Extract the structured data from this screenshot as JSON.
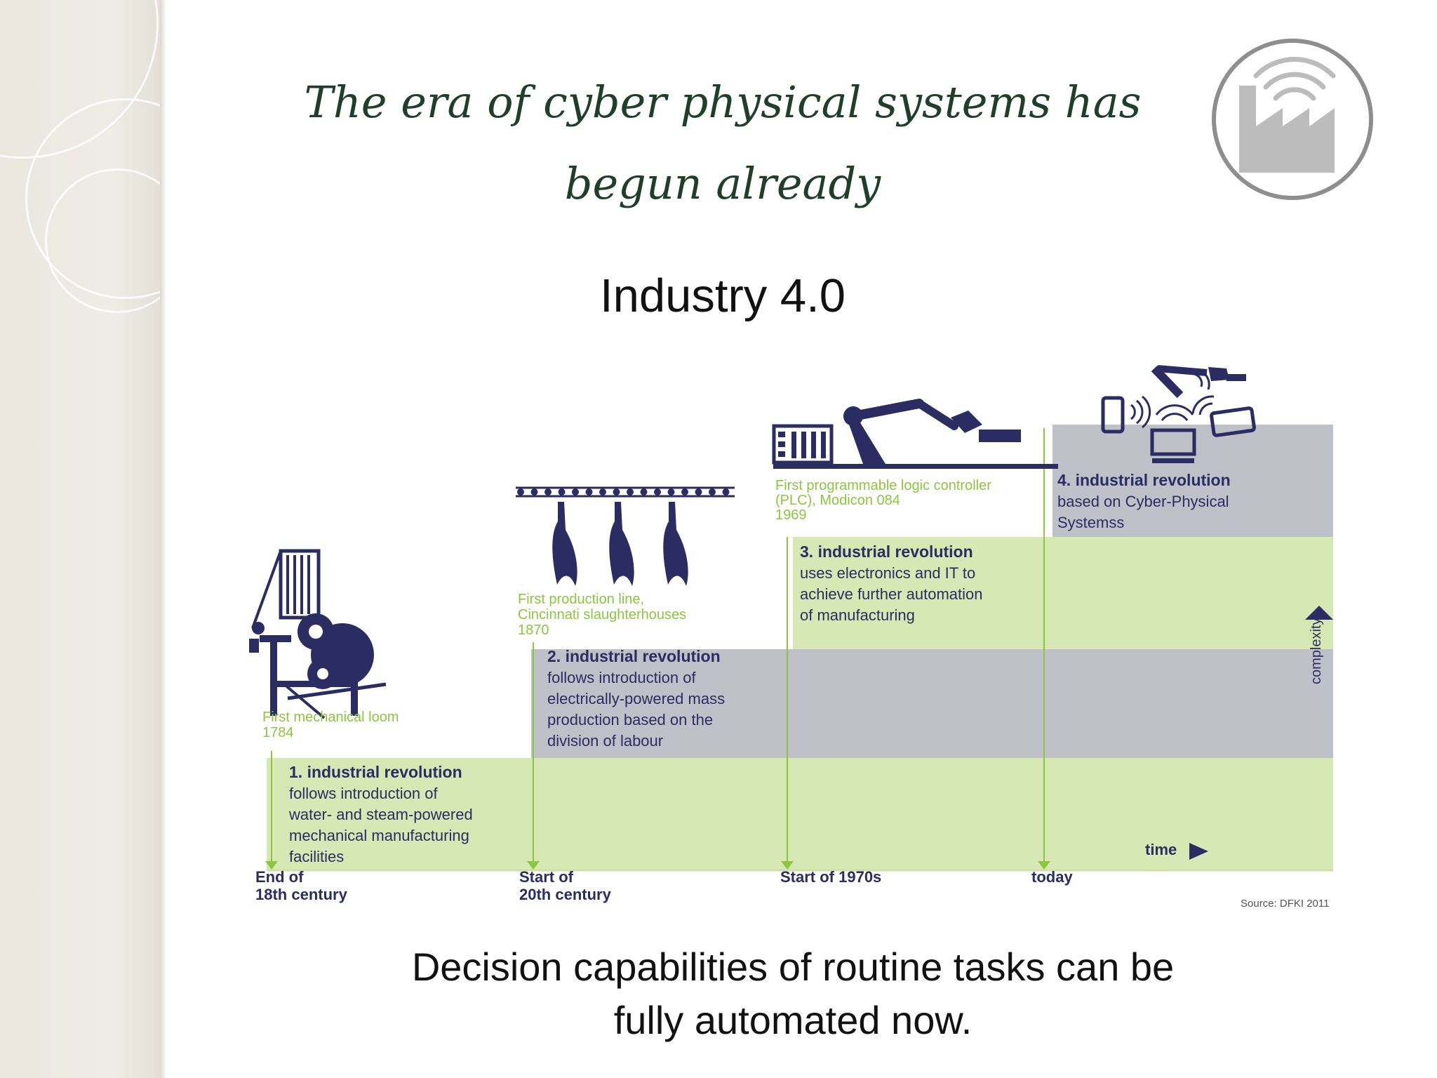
{
  "slide": {
    "title_lines": [
      "The era of cyber physical systems has",
      "begun already"
    ],
    "heading": "Industry 4.0",
    "caption_lines": [
      "Decision capabilities of  routine tasks can be",
      "fully automated now."
    ]
  },
  "icons": {
    "badge": "factory-wireless-icon",
    "stage1": "mechanical-loom-icon",
    "stage2": "production-line-icon",
    "stage3": "robot-arm-plc-icon",
    "stage4": "connected-devices-icon"
  },
  "colors": {
    "title": "#1f3f2b",
    "navy": "#2b2d62",
    "green_band": "#d6e8b3",
    "grey_band": "#bfc1c8",
    "milestone": "#8cc63f"
  },
  "diagram": {
    "stages": [
      {
        "title": "1. industrial revolution",
        "lines": [
          "follows introduction of",
          "water- and steam-powered",
          "mechanical manufacturing",
          "facilities"
        ],
        "milestone": [
          "First mechanical loom",
          "1784"
        ],
        "era": [
          "End of",
          "18th century"
        ]
      },
      {
        "title": "2. industrial revolution",
        "lines": [
          "follows introduction of",
          "electrically-powered mass",
          "production based on the",
          "division of labour"
        ],
        "milestone": [
          "First production line,",
          "Cincinnati slaughterhouses",
          "1870"
        ],
        "era": [
          "Start of",
          "20th century"
        ]
      },
      {
        "title": "3. industrial revolution",
        "lines": [
          "uses electronics and IT to",
          "achieve further automation",
          "of manufacturing"
        ],
        "milestone": [
          "First programmable logic controller",
          "(PLC), Modicon 084",
          "1969"
        ],
        "era": [
          "Start of 1970s"
        ]
      },
      {
        "title": "4. industrial revolution",
        "lines": [
          "based on Cyber-Physical",
          "Systemss"
        ],
        "milestone": [],
        "era": [
          "today"
        ]
      }
    ],
    "axis_x": "time",
    "axis_y": "complexity",
    "source": "Source: DFKI 2011"
  }
}
